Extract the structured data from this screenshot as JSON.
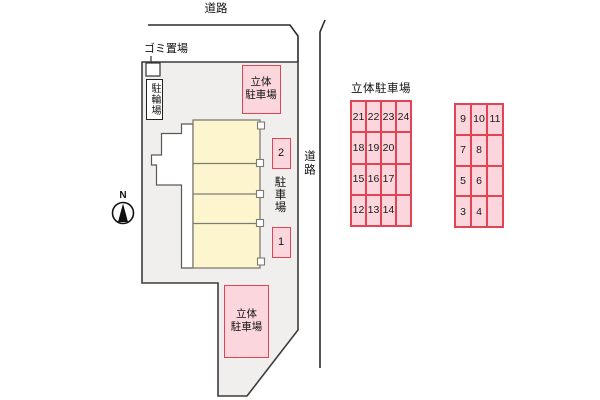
{
  "plan": {
    "road_top_label": "道路",
    "road_right_label": "道路",
    "garbage_label": "ゴミ置場",
    "bicycle_label": "駐輪場",
    "multistory_box_line1": "立体",
    "multistory_box_line2": "駐車場",
    "parking_area_label": "駐車場",
    "spot_2": "2",
    "spot_1": "1",
    "compass_label": "N"
  },
  "multistory": {
    "title": "立体駐車場",
    "grid_left": {
      "rows": [
        [
          "21",
          "22",
          "23",
          "24"
        ],
        [
          "18",
          "19",
          "20",
          ""
        ],
        [
          "15",
          "16",
          "17",
          ""
        ],
        [
          "12",
          "13",
          "14",
          ""
        ]
      ]
    },
    "grid_right": {
      "rows": [
        [
          "9",
          "10",
          "11"
        ],
        [
          "7",
          "8",
          ""
        ],
        [
          "5",
          "6",
          ""
        ],
        [
          "3",
          "4",
          ""
        ]
      ]
    }
  },
  "colors": {
    "site_fill": "#f0efee",
    "building_fill": "#fcf5cd",
    "parking_pink": "#fbd6dd",
    "parking_red": "#e24455",
    "line_dark": "#2a2a2a"
  }
}
